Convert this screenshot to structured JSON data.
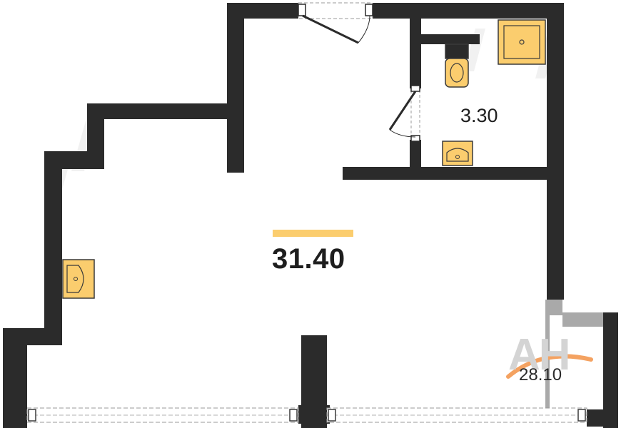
{
  "plan": {
    "rooms": [
      {
        "id": "main-room",
        "area": "31.40"
      },
      {
        "id": "bathroom",
        "area": "3.30"
      },
      {
        "id": "balcony",
        "area": "28.10"
      }
    ],
    "colors": {
      "wall": "#2b2b2b",
      "fixture_fill": "#fbcd6e",
      "fixture_stroke": "#3a3a3a",
      "accent_bar": "#fbcd6e",
      "balcony_wall": "#a9a9a9",
      "logo_gray": "#d4d4d4",
      "logo_orange": "#f4a261"
    }
  },
  "watermark": {
    "logo_text": "АН"
  }
}
